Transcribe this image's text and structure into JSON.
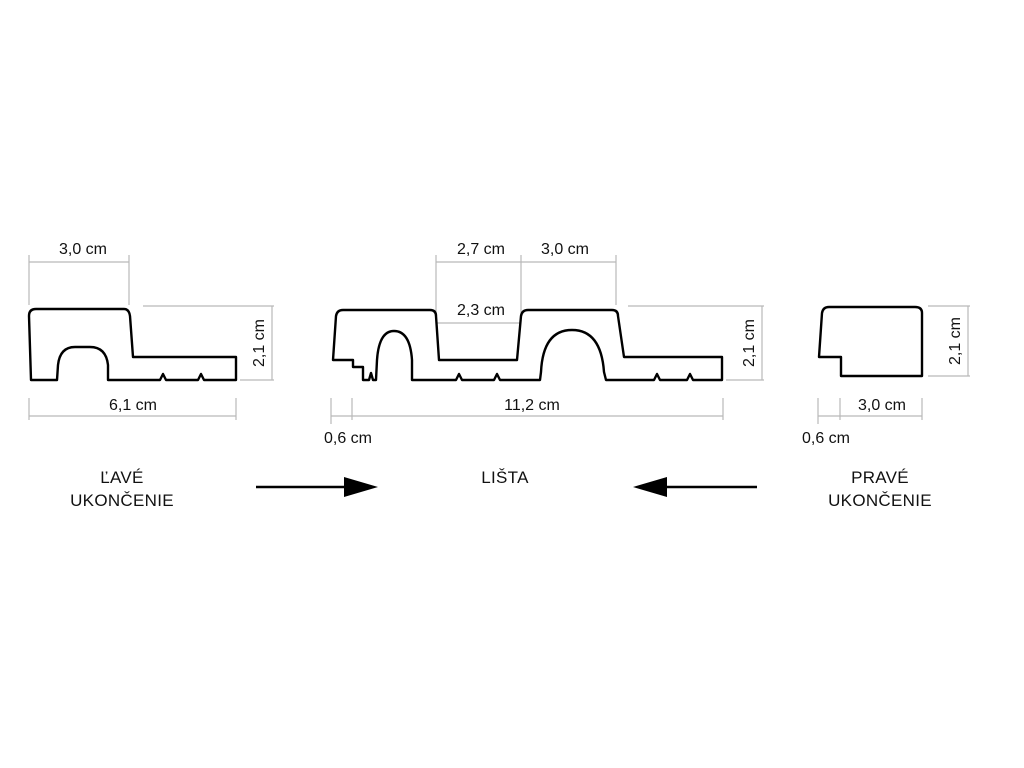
{
  "left_piece": {
    "top_width": "3,0 cm",
    "height": "2,1 cm",
    "total_width": "6,1 cm",
    "caption_line1": "ĽAVÉ",
    "caption_line2": "UKONČENIE"
  },
  "middle_piece": {
    "top_width_a": "2,7 cm",
    "top_width_b": "3,0 cm",
    "inner_width": "2,3 cm",
    "height": "2,1 cm",
    "offset": "0,6 cm",
    "total_width": "11,2 cm",
    "caption": "LIŠTA"
  },
  "right_piece": {
    "height": "2,1 cm",
    "offset": "0,6 cm",
    "width": "3,0 cm",
    "caption_line1": "PRAVÉ",
    "caption_line2": "UKONČENIE"
  }
}
